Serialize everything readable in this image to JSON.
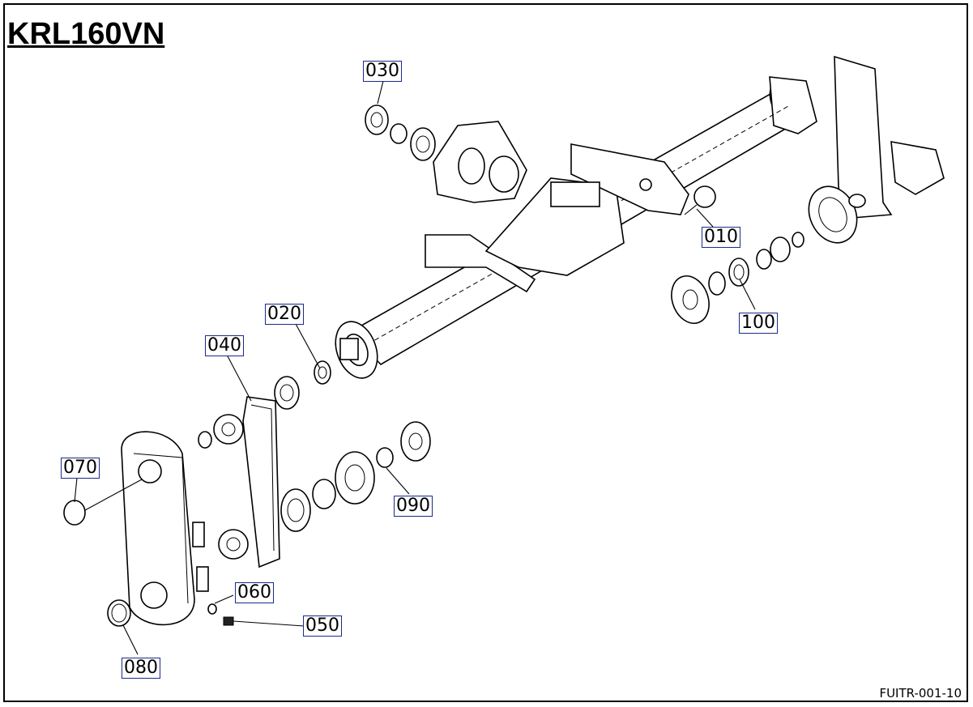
{
  "title": "KRL160VN",
  "reference_code": "FUITR-001-10",
  "callouts": [
    {
      "id": "010",
      "label": "010"
    },
    {
      "id": "020",
      "label": "020"
    },
    {
      "id": "030",
      "label": "030"
    },
    {
      "id": "040",
      "label": "040"
    },
    {
      "id": "050",
      "label": "050"
    },
    {
      "id": "060",
      "label": "060"
    },
    {
      "id": "070",
      "label": "070"
    },
    {
      "id": "080",
      "label": "080"
    },
    {
      "id": "090",
      "label": "090"
    },
    {
      "id": "100",
      "label": "100"
    }
  ],
  "colors": {
    "line": "#000000",
    "callout_border": "#1a2a8a",
    "background": "#ffffff"
  }
}
